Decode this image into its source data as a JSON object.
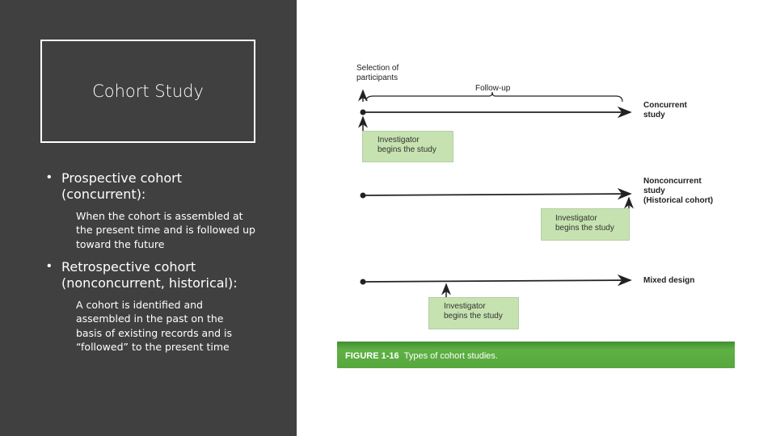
{
  "slide": {
    "title": "Cohort Study",
    "bullets": [
      {
        "heading_line1": "Prospective cohort",
        "heading_line2": "(concurrent):",
        "detail": "When the cohort is assembled at the present time and is followed up toward the future"
      },
      {
        "heading_line1": "Retrospective cohort",
        "heading_line2": "(nonconcurrent, historical):",
        "detail": "A cohort is identified and assembled in the past on the basis of existing records and is “followed” to the present time"
      }
    ]
  },
  "figure": {
    "selection_label_1": "Selection of",
    "selection_label_2": "participants",
    "followup_label": "Follow-up",
    "rows": [
      {
        "label_lines": [
          "Concurrent",
          "study"
        ],
        "box_lines": [
          "Investigator",
          "begins the study"
        ]
      },
      {
        "label_lines": [
          "Nonconcurrent",
          "study",
          "(Historical cohort)"
        ],
        "box_lines": [
          "Investigator",
          "begins the study"
        ]
      },
      {
        "label_lines": [
          "Mixed design"
        ],
        "box_lines": [
          "Investigator",
          "begins the study"
        ]
      }
    ],
    "caption_number": "FIGURE 1-16",
    "caption_text": "Types of cohort studies.",
    "colors": {
      "box": "#c6e2b0",
      "caption_bar": "#56a83d",
      "left_panel": "#404040"
    }
  }
}
